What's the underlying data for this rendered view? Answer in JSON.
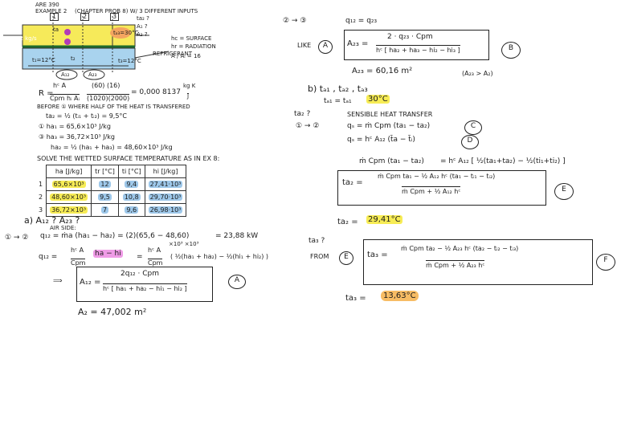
{
  "header": {
    "course": "ARE 390",
    "example": "EXAMPLE 2",
    "note": "(CHAPTER PROB 8) W/ 3 DIFFERENT INPUTS"
  },
  "diagram": {
    "node_labels": [
      "1",
      "2",
      "3"
    ],
    "inlet": "ṁa = 2 kg/s",
    "air_out": "ta",
    "temp_right": "tₐ₃=30°C",
    "tc1": "t₁=12°C",
    "tc2": "t₂",
    "tc3": "t₃=12°C",
    "given": [
      "ta₂ ?",
      "A₁ ?",
      "A₂ ?"
    ],
    "hc_note": "hc = SURFACE",
    "hr_note": "hr = RADIATION",
    "ratio": "A / Aᵢ = 16",
    "refrigerant": "REFRIGERANT",
    "area_labels": [
      "A₁₂",
      "A₂₃"
    ]
  },
  "calc_R": {
    "lhs": "R =",
    "frac1_num": "hᶜ  A",
    "frac1_den": "Cpm hᵢ  Aᵢ",
    "eq2_num": "(60)  (16)",
    "eq2_den": "(1020)(2000)",
    "result": "= 0,000 8137",
    "unit_num": "kg K",
    "unit_den": "J"
  },
  "before": {
    "text": "BEFORE ① WHERE HALF OF THE HEAT IS TRANSFERED",
    "line1": "ta₂ = ½ (tᵢ₁ + tᵢ₂) = 9,5°C",
    "h1": "① ha₁ = 65,6×10³ J/kg",
    "h2": "③ ha₃ = 36,72×10³ J/kg",
    "h3": "ha₂ = ½ (ha₁ + ha₃) = 48,60×10³ J/kg"
  },
  "solve_text": "SOLVE THE WETTED SURFACE TEMPERATURE AS IN EX 8:",
  "table": {
    "headers": [
      "",
      "ha [J/kg]",
      "tr [°C]",
      "ti [°C]",
      "hi [J/kg]"
    ],
    "rows": [
      [
        "1",
        "65,6×10³",
        "12",
        "9,4",
        "27,41·10³"
      ],
      [
        "2",
        "48,60×10³",
        "9,5",
        "10,8",
        "29,70·10³"
      ],
      [
        "3",
        "36,72×10³",
        "7",
        "9,6",
        "26,98·10³"
      ]
    ]
  },
  "partA": {
    "question": "a)  A₁₂ ?    A₂₃ ?",
    "air_side": "AIR SIDE:",
    "step": "① → ②",
    "q12": "q₁₂ = ṁa (ha₁ − ha₂) = (2)(65,6 − 48,60)",
    "q12_units": "×10³  ×10³",
    "q12_result": "= 23,88 kW",
    "q12b_lhs": "q₁₂ =",
    "q12b_frac_num": "hᶜ A",
    "q12b_frac_den": "Cpm",
    "q12b_paren": "ha − hi",
    "q12b_eq": "=",
    "q12b_frac2_num": "hᶜ A",
    "q12b_frac2_den": "Cpm",
    "q12b_tail": "( ½(ha₁ + ha₂) − ½(hi₁ + hi₂) )",
    "boxA_num": "2q₁₂ · Cpm",
    "boxA_den": "hᶜ [ ha₁ + ha₂ − hi₁ − hi₂ ]",
    "boxA_lhs": "A₁₂ =",
    "tagA": "A",
    "answer": "A₂ = 47,002 m²"
  },
  "right_top": {
    "step": "② → ③",
    "q23": "q₁₂ = q₂₃",
    "like": "LIKE",
    "like_tag": "A",
    "boxB_lhs": "A₂₃ =",
    "boxB_num": "2 · q₂₃ · Cpm",
    "boxB_den": "hᶜ [ ha₂ + ha₃ − hi₂ − hi₃ ]",
    "tagB": "B",
    "answer": "A₂₃ = 60,16 m²",
    "note": "(A₂₃ > A₂)"
  },
  "partB": {
    "question": "b)  tₐ₁ , tₐ₂ , tₐ₃",
    "given": "tₐ₁ = tₐ₁",
    "temp": "30°C",
    "ta2": "ta₂ ?",
    "sensible": "SENSIBLE HEAT TRANSFER",
    "step": "① → ②",
    "qs1": "qₛ = ṁ Cpm (ta₁ − ta₂)",
    "tagC": "C",
    "qs2": "qₛ = hᶜ A₁₂ (t̄a − t̄ᵢ)",
    "tagD": "D",
    "eq_lhs": "ṁ Cpm (ta₁ − ta₂)",
    "eq_rhs": "= hᶜ A₁₂ [ ½(ta₁+ta₂) − ½(ti₁+ti₂) ]",
    "boxE_lhs": "ta₂ =",
    "boxE_num": "ṁ Cpm ta₁ − ½ A₁₂ hᶜ (ta₁ − tᵢ₁ − tᵢ₂)",
    "boxE_den": "ṁ Cpm + ½ A₁₂ hᶜ",
    "tagE": "E",
    "ta2_lhs": "ta₂ =",
    "ta2_val": "29,41°C",
    "ta3": "ta₃ ?",
    "from": "FROM",
    "from_tag": "E",
    "boxF_lhs": "ta₃ =",
    "boxF_num": "ṁ Cpm ta₂ − ½ A₂₃ hᶜ (ta₂ − tᵢ₂ − tᵢ₃)",
    "boxF_den": "ṁ Cpm + ½ A₂₃ hᶜ",
    "tagF": "F",
    "ta3_lhs": "ta₃ =",
    "ta3_val": "13,63°C"
  }
}
